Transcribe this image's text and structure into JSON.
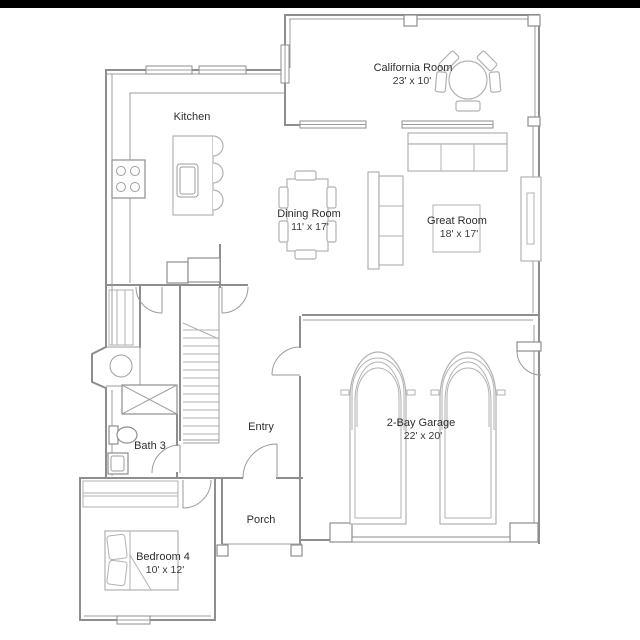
{
  "page": {
    "background": "#ffffff",
    "top_bar_color": "#000000"
  },
  "palette": {
    "wall": "#8e8e8e",
    "furniture": "#b2b2b2",
    "label_text": "#2e2e2e"
  },
  "rooms": {
    "california": {
      "label": "California Room",
      "dims": "23' x 10'"
    },
    "kitchen": {
      "label": "Kitchen"
    },
    "dining": {
      "label": "Dining Room",
      "dims": "11' x 17'"
    },
    "great": {
      "label": "Great Room",
      "dims": "18' x 17'"
    },
    "entry": {
      "label": "Entry"
    },
    "bath3": {
      "label": "Bath 3"
    },
    "porch": {
      "label": "Porch"
    },
    "garage": {
      "label": "2-Bay Garage",
      "dims": "22' x 20'"
    },
    "bedroom4": {
      "label": "Bedroom 4",
      "dims": "10' x 12'"
    }
  }
}
